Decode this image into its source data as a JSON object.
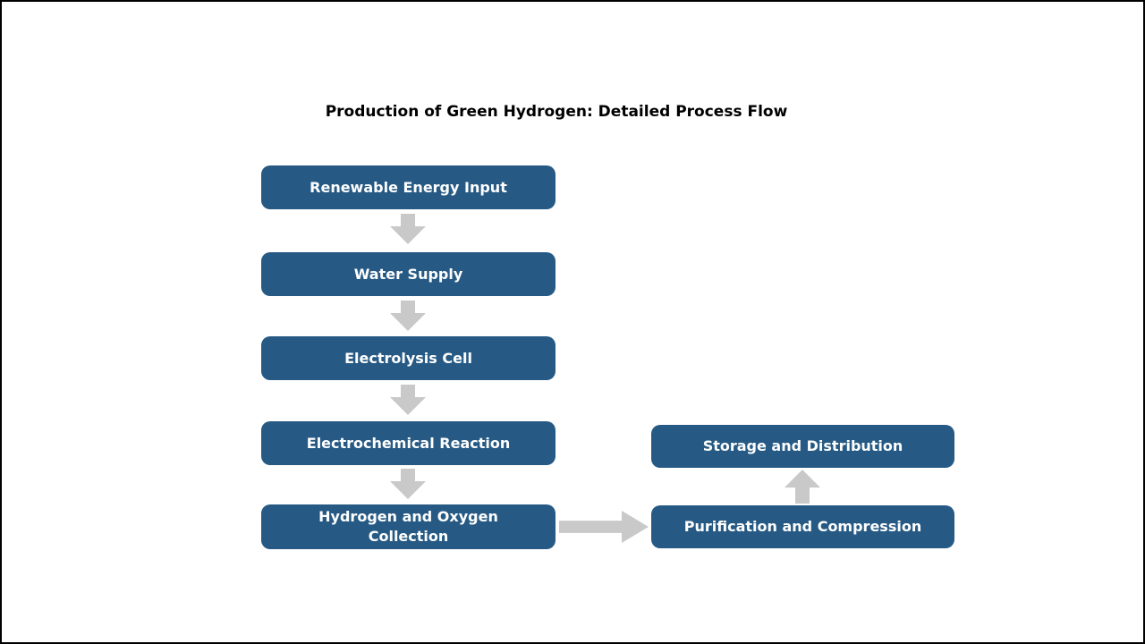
{
  "title": "Production of Green Hydrogen: Detailed Process Flow",
  "flow": {
    "nodes": [
      {
        "id": "renewable-energy-input",
        "label": "Renewable Energy Input"
      },
      {
        "id": "water-supply",
        "label": "Water Supply"
      },
      {
        "id": "electrolysis-cell",
        "label": "Electrolysis Cell"
      },
      {
        "id": "electrochemical-reaction",
        "label": "Electrochemical Reaction"
      },
      {
        "id": "hydrogen-oxygen-collection",
        "label": "Hydrogen and Oxygen Collection"
      },
      {
        "id": "purification-compression",
        "label": "Purification and Compression"
      },
      {
        "id": "storage-distribution",
        "label": "Storage and Distribution"
      }
    ],
    "edges": [
      {
        "from": "renewable-energy-input",
        "to": "water-supply",
        "direction": "down"
      },
      {
        "from": "water-supply",
        "to": "electrolysis-cell",
        "direction": "down"
      },
      {
        "from": "electrolysis-cell",
        "to": "electrochemical-reaction",
        "direction": "down"
      },
      {
        "from": "electrochemical-reaction",
        "to": "hydrogen-oxygen-collection",
        "direction": "down"
      },
      {
        "from": "hydrogen-oxygen-collection",
        "to": "purification-compression",
        "direction": "right"
      },
      {
        "from": "purification-compression",
        "to": "storage-distribution",
        "direction": "up"
      }
    ]
  },
  "colors": {
    "node_fill": "#265a84",
    "node_text": "#ffffff",
    "arrow": "#c9c9c9",
    "title_text": "#000000",
    "background": "#ffffff",
    "frame_border": "#000000"
  }
}
